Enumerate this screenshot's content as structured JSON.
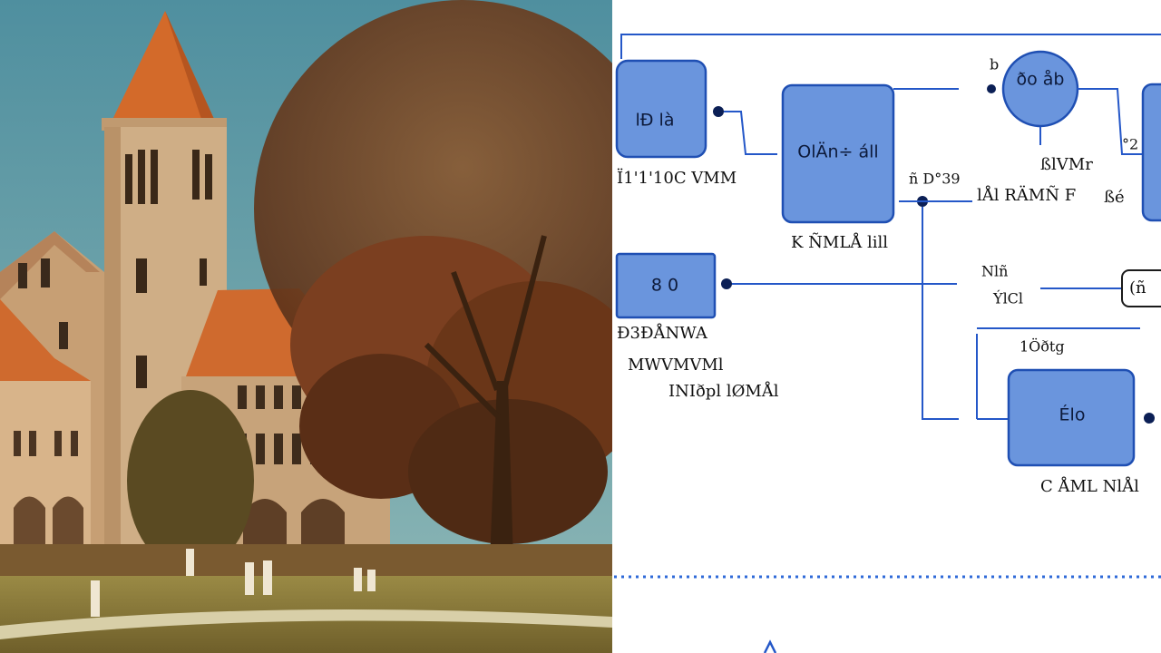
{
  "photo": {
    "subject": "campus-clock-tower-scene",
    "colors": {
      "sky": "#5f99a6",
      "roof": "#cf6a2e",
      "stone": "#c9a27a",
      "foliage": "#7a4524",
      "lawn": "#8f7f3c"
    }
  },
  "diagram": {
    "colors": {
      "block_fill": "#6a95dd",
      "block_stroke": "#1f4fb3",
      "wire": "#2457c8",
      "dot": "#0b1f55"
    },
    "blocks": {
      "top_left": "lÐ là",
      "center": "OlÄn÷ áll",
      "circle": "ðo åb",
      "mid_left": "8 0",
      "bottom_right": "Élo",
      "right_edge_mid": "(ñ"
    },
    "labels": {
      "top_left_caption": "Ï1'1'10C VMM",
      "center_caption": "K ÑMLÅ lill",
      "right_upper_1": "ßlVMr",
      "right_upper_2": "ñ D°39",
      "right_upper_3": "lÅl RÄMÑ F",
      "right_upper_4": "ßé",
      "right_dot": "°2",
      "mid_caption_1": "Ð3ÐÅNWA",
      "mid_caption_2": "MWVMVMl",
      "mid_caption_3": "INIðpl lØMÅl",
      "right_mid_1": "Nlñ",
      "right_mid_2": "ÝlCl",
      "right_mid_3": "1Öðtg",
      "bottom_caption": "C ÅML NlÅl",
      "b_mark": "b"
    }
  }
}
